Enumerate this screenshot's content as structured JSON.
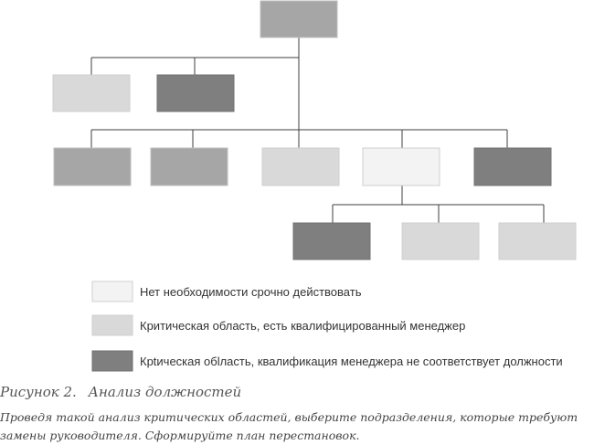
{
  "colors": {
    "gray": "#a6a6a6",
    "light": "#d9d9d9",
    "white": "#f3f3f3",
    "dark": "#7f7f7f",
    "gray_stroke": "#bdbdbd",
    "line": "#3f3f3f"
  },
  "org_chart": {
    "root": {
      "color": "gray"
    },
    "level1": [
      {
        "color": "light"
      },
      {
        "color": "dark"
      }
    ],
    "level2": [
      {
        "color": "gray"
      },
      {
        "color": "gray"
      },
      {
        "color": "light"
      },
      {
        "color": "white"
      },
      {
        "color": "dark"
      }
    ],
    "level3": [
      {
        "color": "dark"
      },
      {
        "color": "light"
      },
      {
        "color": "light"
      }
    ]
  },
  "legend": [
    {
      "color": "white",
      "text": "Нет необходимости срочно действовать"
    },
    {
      "color": "light",
      "text": "Критическая область, есть квалифицированный менеджер"
    },
    {
      "color": "dark",
      "text": "Крtическая обlласть, квалификация менеджера не соответствует должности"
    }
  ],
  "caption": {
    "label": "Рисунок 2.",
    "title": "Анализ должностей"
  },
  "description": {
    "line1": "Проведя такой анализ критических областей, выберите подразделения, которые требуют",
    "line2": "замены руководителя. Сформируйте план перестановок."
  }
}
